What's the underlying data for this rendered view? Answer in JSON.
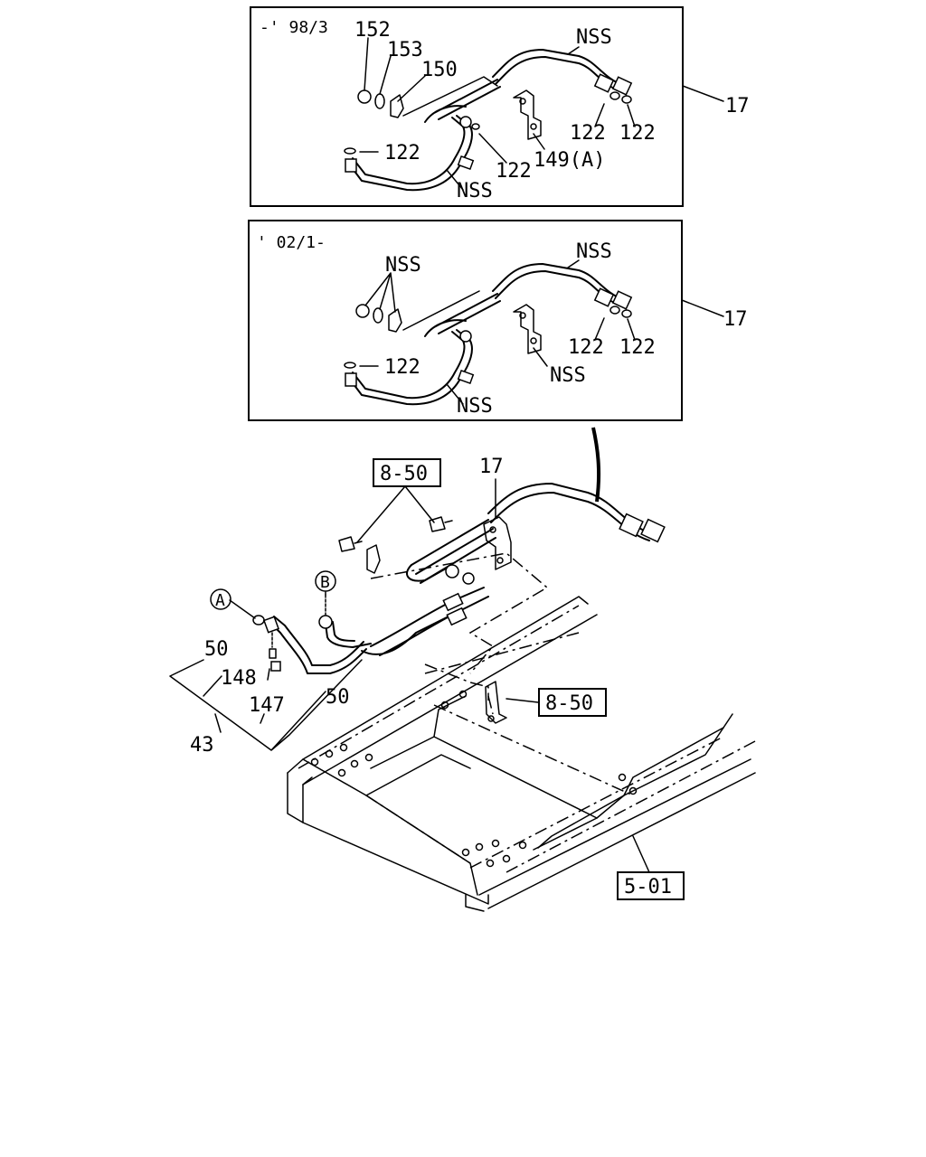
{
  "insets": [
    {
      "range": "-' 98/3",
      "labels": {
        "p152": "152",
        "p153": "153",
        "p150": "150",
        "nss_top": "NSS",
        "p122_left": "122",
        "p122_mid": "122",
        "p122_r1": "122",
        "p122_r2": "122",
        "p149": "149(A)",
        "nss_bot": "NSS",
        "ref": "17"
      }
    },
    {
      "range": "' 02/1-",
      "labels": {
        "nss_clip": "NSS",
        "nss_top": "NSS",
        "p122_left": "122",
        "p122_r1": "122",
        "p122_r2": "122",
        "nss_bracket": "NSS",
        "nss_bot": "NSS",
        "ref": "17"
      }
    }
  ],
  "main": {
    "ref_8_50_top": "8-50",
    "ref_17": "17",
    "circle_a": "A",
    "circle_b": "B",
    "p50_left": "50",
    "p148": "148",
    "p147": "147",
    "p50_right": "50",
    "p43": "43",
    "ref_8_50_right": "8-50",
    "ref_5_01": "5-01"
  }
}
